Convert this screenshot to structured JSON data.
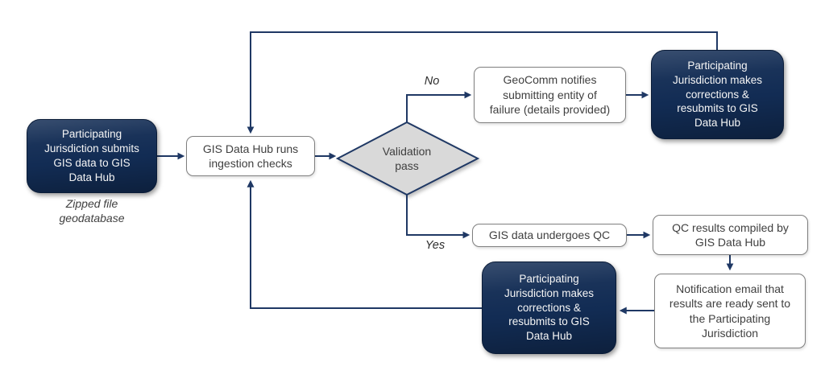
{
  "nodes": {
    "submit": "Participating\nJurisdiction submits\nGIS data to GIS\nData Hub",
    "submit_caption": "Zipped file\ngeodatabase",
    "ingestion": "GIS Data Hub runs\ningestion checks",
    "validation": "Validation\npass",
    "geocomm_notify": "GeoComm notifies\nsubmitting entity of\nfailure (details provided)",
    "corrections_top": "Participating\nJurisdiction makes\ncorrections &\nresubmits to GIS\nData Hub",
    "qc": "GIS data undergoes QC",
    "qc_results": "QC results compiled by\nGIS Data Hub",
    "notification": "Notification email that\nresults are ready sent to\nthe Participating\nJurisdiction",
    "corrections_bottom": "Participating\nJurisdiction makes\ncorrections &\nresubmits to GIS\nData Hub"
  },
  "edge_labels": {
    "no": "No",
    "yes": "Yes"
  },
  "colors": {
    "node_dark": "#122c54",
    "line": "#1f3864",
    "diamond_fill": "#d9d9d9",
    "box_border": "#7f7f7f",
    "text_dark": "#3f3f3f",
    "text_light": "#f5f5f5"
  }
}
